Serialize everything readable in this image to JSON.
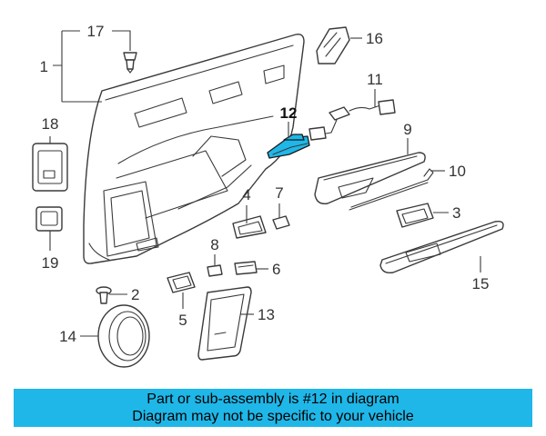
{
  "diagram": {
    "labels": [
      "1",
      "2",
      "3",
      "4",
      "5",
      "6",
      "7",
      "8",
      "9",
      "10",
      "11",
      "12",
      "13",
      "14",
      "15",
      "16",
      "17",
      "18",
      "19"
    ],
    "highlighted_part": "12",
    "highlight_color": "#1fb7e8"
  },
  "banner": {
    "line1": "Part or sub-assembly is #12 in diagram",
    "line2": "Diagram may not be specific to your vehicle",
    "color": "#1fb7e8"
  }
}
